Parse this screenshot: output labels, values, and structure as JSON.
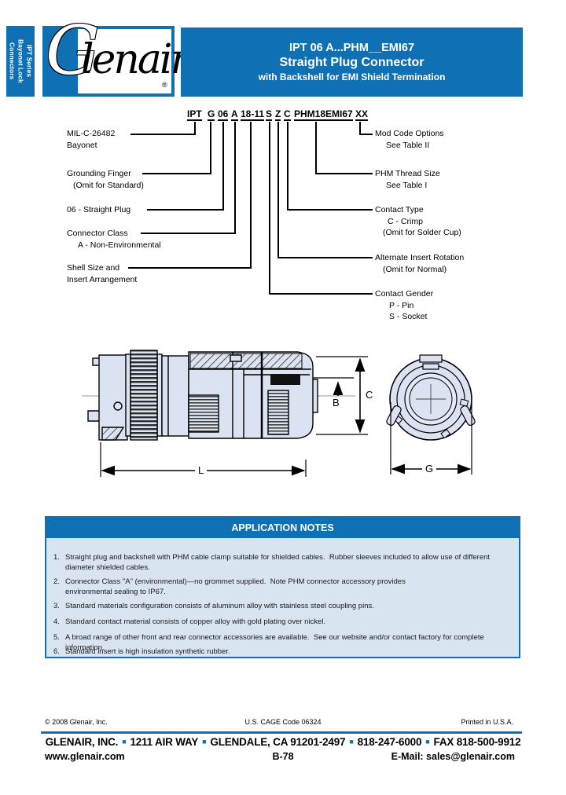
{
  "side_tab": {
    "lines": [
      "IPT Series",
      "Bayonet Lock",
      "Connectors"
    ]
  },
  "logo": {
    "g": "G",
    "rest": "lenair",
    "reg": "®"
  },
  "header": {
    "line1": "IPT 06 A...PHM__EMI67",
    "line2": "Straight Plug Connector",
    "line3": "with Backshell for EMI Shield Termination"
  },
  "part_number": {
    "segments": [
      "IPT",
      "G",
      "06",
      "A",
      "18-11",
      "S",
      "Z",
      "C",
      "PHM18EMI67",
      "XX"
    ]
  },
  "callouts_left": [
    {
      "lines": [
        "MIL-C-26482",
        "Bayonet"
      ]
    },
    {
      "lines": [
        "Grounding Finger",
        "(Omit for Standard)"
      ]
    },
    {
      "lines": [
        "06 - Straight Plug"
      ]
    },
    {
      "lines": [
        "Connector Class",
        "A - Non-Environmental"
      ]
    },
    {
      "lines": [
        "Shell Size and",
        "Insert Arrangement"
      ]
    }
  ],
  "callouts_right": [
    {
      "lines": [
        "Mod Code Options",
        "See Table II"
      ]
    },
    {
      "lines": [
        "PHM Thread Size",
        "See Table I"
      ]
    },
    {
      "lines": [
        "Contact Type",
        "C - Crimp",
        "(Omit for Solder Cup)"
      ]
    },
    {
      "lines": [
        "Alternate Insert Rotation",
        "(Omit for Normal)"
      ]
    },
    {
      "lines": [
        "Contact Gender",
        "P - Pin",
        "S - Socket"
      ]
    }
  ],
  "drawing": {
    "labels": {
      "b": "B",
      "c": "C",
      "l": "L",
      "g": "G"
    }
  },
  "notes": {
    "title": "APPLICATION NOTES",
    "items": [
      {
        "num": "1.",
        "text": "Straight plug and backshell with PHM cable clamp suitable for shielded cables.  Rubber sleeves included to allow use of different\ndiameter shielded cables."
      },
      {
        "num": "2.",
        "text": "Connector Class \"A\" (environmental)—no grommet supplied.  Note PHM connector accessory provides\nenvironmental sealing to IP67."
      },
      {
        "num": "3.",
        "text": "Standard materials configuration consists of aluminum alloy with stainless steel coupling pins."
      },
      {
        "num": "4.",
        "text": "Standard contact material consists of copper alloy with gold plating over nickel."
      },
      {
        "num": "5.",
        "text": "A broad range of other front and rear connector accessories are available.  See our website and/or contact factory for complete information."
      },
      {
        "num": "6.",
        "text": "Standard insert is high insulation synthetic rubber."
      }
    ]
  },
  "footer": {
    "copyright": "© 2008 Glenair, Inc.",
    "cage": "U.S. CAGE Code 06324",
    "printed": "Printed in U.S.A.",
    "address_parts": [
      "GLENAIR, INC.",
      "1211 AIR WAY",
      "GLENDALE, CA 91201-2497",
      "818-247-6000",
      "FAX 818-500-9912"
    ],
    "separator": "■",
    "website": "www.glenair.com",
    "page": "B-78",
    "email": "E-Mail: sales@glenair.com"
  },
  "colors": {
    "blue": "#0f70b4",
    "notes_bg": "#d9e4f1",
    "drawing_fill": "#dbe2f1"
  }
}
